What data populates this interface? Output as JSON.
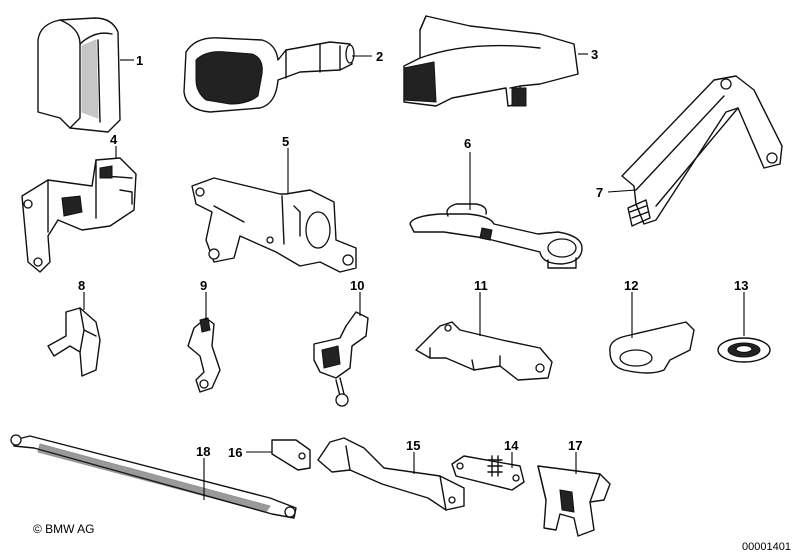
{
  "parts": [
    {
      "number": "1"
    },
    {
      "number": "2"
    },
    {
      "number": "3"
    },
    {
      "number": "4"
    },
    {
      "number": "5"
    },
    {
      "number": "6"
    },
    {
      "number": "7"
    },
    {
      "number": "8"
    },
    {
      "number": "9"
    },
    {
      "number": "10"
    },
    {
      "number": "11"
    },
    {
      "number": "12"
    },
    {
      "number": "13"
    },
    {
      "number": "14"
    },
    {
      "number": "15"
    },
    {
      "number": "16"
    },
    {
      "number": "17"
    },
    {
      "number": "18"
    }
  ],
  "copyright": "© BMW AG",
  "document_number": "00001401"
}
